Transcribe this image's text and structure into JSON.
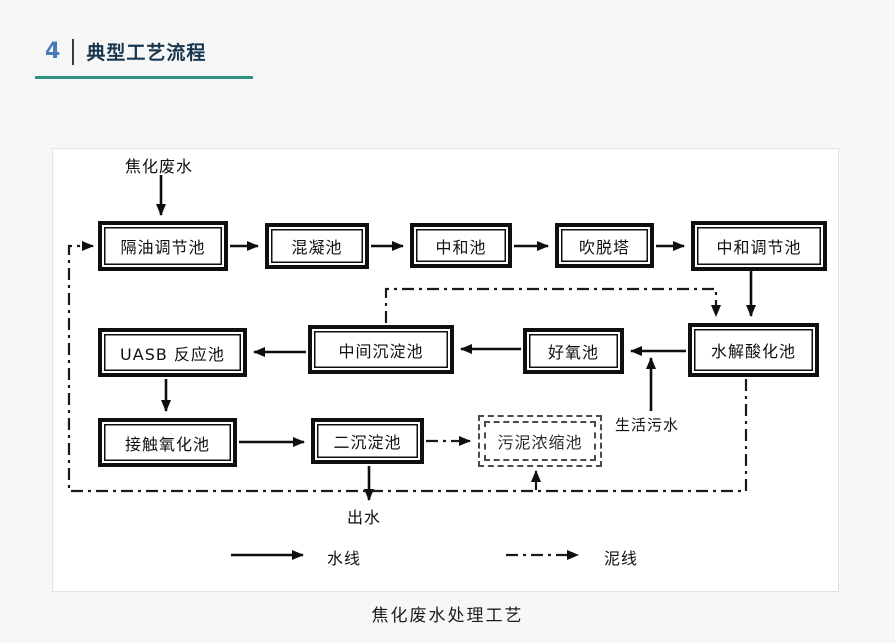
{
  "header": {
    "section_number": "4",
    "title": "典型工艺流程"
  },
  "diagram": {
    "inflow_label": "焦化废水",
    "nodes": {
      "oil_separation": "隔油调节池",
      "coagulation": "混凝池",
      "neutralization": "中和池",
      "stripping_tower": "吹脱塔",
      "neutralization_regulating": "中和调节池",
      "uasb": "UASB 反应池",
      "intermediate_sedimentation": "中间沉淀池",
      "aerobic": "好氧池",
      "hydrolysis_acidification": "水解酸化池",
      "contact_oxidation": "接触氧化池",
      "secondary_sedimentation": "二沉淀池",
      "sludge_thickening": "污泥浓缩池"
    },
    "sewage_label": "生活污水",
    "outflow_label": "出水",
    "legend": {
      "water_line": "水线",
      "sludge_line": "泥线"
    }
  },
  "caption": "焦化废水处理工艺",
  "colors": {
    "accent_teal_underline": "#2e9384",
    "section_number_blue": "#4a7ab5",
    "title_navy": "#18374e",
    "line_black": "#0f0f0f",
    "page_background": "#f7f7f7"
  }
}
